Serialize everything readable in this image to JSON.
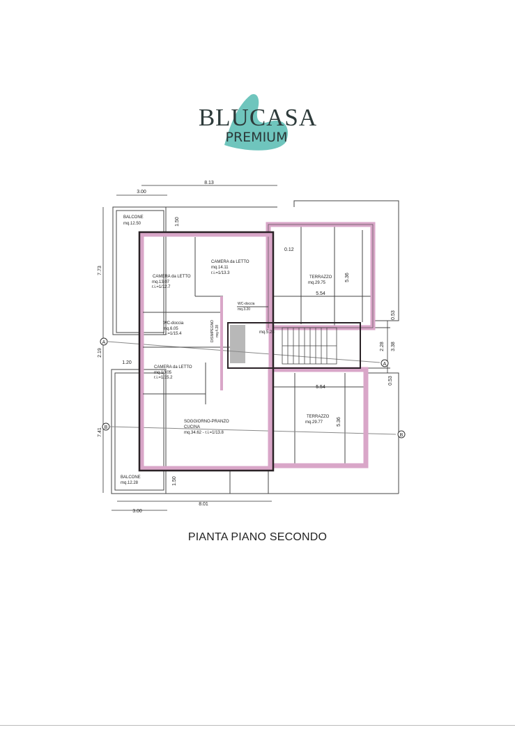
{
  "logo": {
    "brand": "BLUCASA",
    "sub": "PREMIUM",
    "accent": "#5fbfb6"
  },
  "colors": {
    "wall": "#2a2226",
    "wall_fill": "#d9a6c8",
    "line": "#333333"
  },
  "plan": {
    "title": "PIANTA PIANO SECONDO",
    "rooms": [
      {
        "name": "BALCONE",
        "area": "mq.12.50"
      },
      {
        "name": "CAMERA da LETTO",
        "area": "mq.13.07",
        "ri": "r.i.=1/12.7"
      },
      {
        "name": "CAMERA da LETTO",
        "area": "mq.14.11",
        "ri": "r.i.=1/13.3"
      },
      {
        "name": "TERRAZZO",
        "area": "mq.29.75"
      },
      {
        "name": "WC-doccia",
        "area": "mq.3.20"
      },
      {
        "name": "WC-doccia",
        "area": "mq.6.05",
        "ri": "r.i.=1/15.4"
      },
      {
        "name": "DISIMPEGNO",
        "area": "mq.4.28"
      },
      {
        "name": "",
        "area": "mq.5.28"
      },
      {
        "name": "CAMERA da LETTO",
        "area": "mq.10.05",
        "ri": "r.i.=1/15.2"
      },
      {
        "name": "SOGGIORNO-PRANZO",
        "name2": "CUCINA",
        "area": "mq.34.62 - r.i.=1/13.8"
      },
      {
        "name": "TERRAZZO",
        "area": "mq.29.77"
      },
      {
        "name": "BALCONE",
        "area": "mq.12.28"
      }
    ],
    "dimensions": {
      "top_a": "3.00",
      "top_b": "8.13",
      "bal_top": "1.50",
      "d012": "0.12",
      "ter_top_w": "5.54",
      "ter_top_h": "5.36",
      "ter_bot_w": "5.54",
      "ter_bot_h": "5.36",
      "left_a": "7.73",
      "left_b": "2.19",
      "left_c": "7.41",
      "left_d": "1.20",
      "right_a": "0.53",
      "right_b": "2.28",
      "right_c": "3.38",
      "right_d": "0.53",
      "bot_a": "3.00",
      "bot_b": "8.01",
      "bal_bot": "1.50"
    },
    "axes": {
      "a": "A",
      "b": "B"
    }
  }
}
